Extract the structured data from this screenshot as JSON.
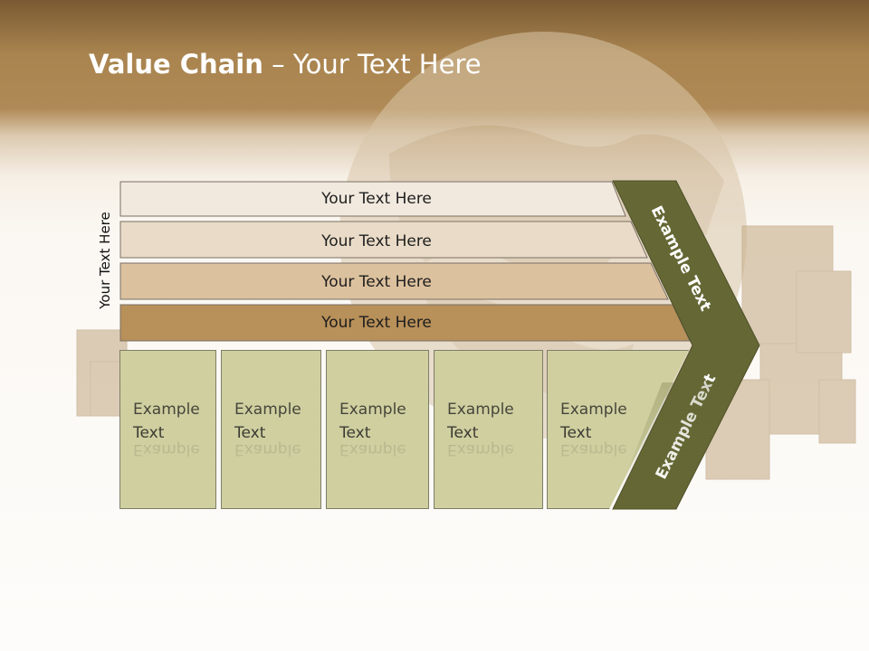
{
  "title": {
    "bold": "Value Chain",
    "rest": " – Your Text Here"
  },
  "side_label": "Your Text Here",
  "bands": [
    {
      "label": "Your Text Here",
      "color": "#f1e9de"
    },
    {
      "label": "Your Text Here",
      "color": "#e9dbc7"
    },
    {
      "label": "Your Text Here",
      "color": "#dcc19e"
    },
    {
      "label": "Your Text Here",
      "color": "#b89059"
    }
  ],
  "boxes": [
    {
      "line1": "Example",
      "line2": "Text"
    },
    {
      "line1": "Example",
      "line2": "Text"
    },
    {
      "line1": "Example",
      "line2": "Text"
    },
    {
      "line1": "Example",
      "line2": "Text"
    },
    {
      "line1": "Example",
      "line2": "Text"
    }
  ],
  "arrow": {
    "upper_label": "Example Text",
    "lower_label": "Example Text",
    "color": "#656735"
  },
  "colors": {
    "header": "#a9844f",
    "box": "#cfcfa0",
    "arrow": "#656735"
  }
}
